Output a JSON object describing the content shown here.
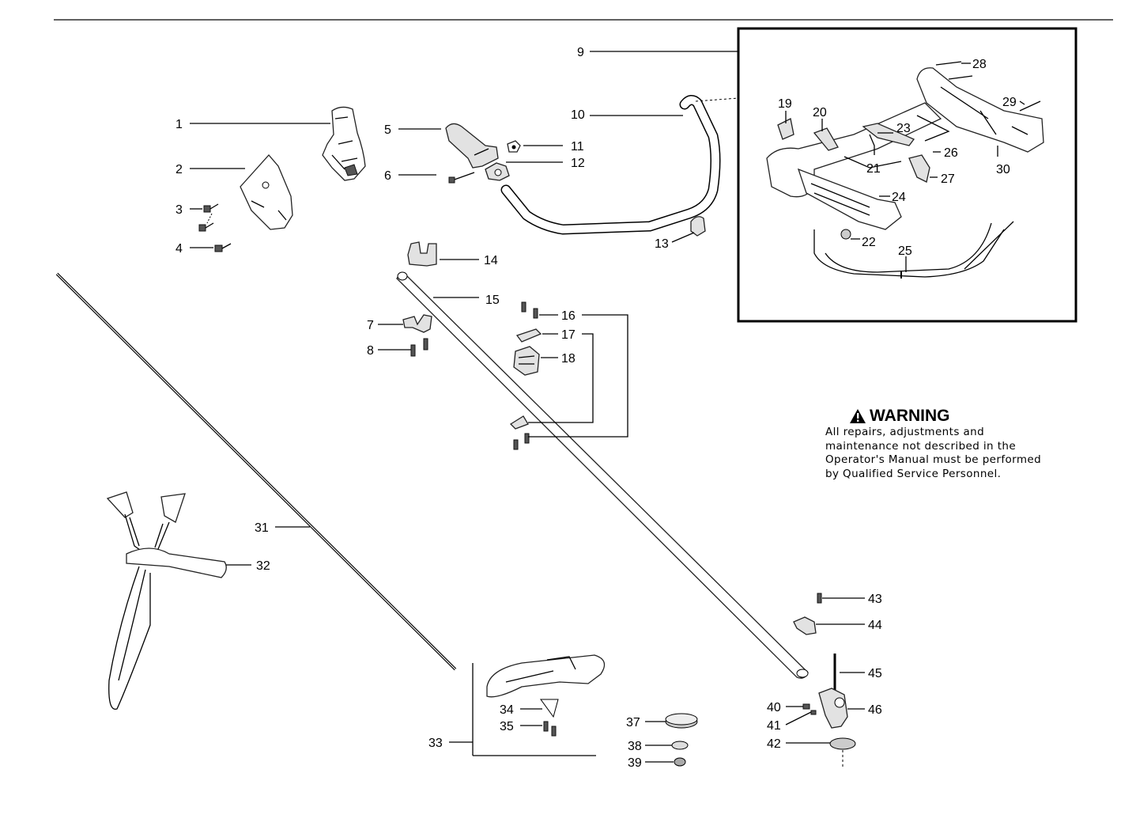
{
  "labels": {
    "p1": "1",
    "p2": "2",
    "p3": "3",
    "p4": "4",
    "p5": "5",
    "p6": "6",
    "p7": "7",
    "p8": "8",
    "p9": "9",
    "p10": "10",
    "p11": "11",
    "p12": "12",
    "p13": "13",
    "p14": "14",
    "p15": "15",
    "p16": "16",
    "p17": "17",
    "p18": "18",
    "p19": "19",
    "p20": "20",
    "p21": "21",
    "p22": "22",
    "p23": "23",
    "p24": "24",
    "p25": "25",
    "p26": "26",
    "p27": "27",
    "p28": "28",
    "p29": "29",
    "p30": "30",
    "p31": "31",
    "p32": "32",
    "p33": "33",
    "p34": "34",
    "p35": "35",
    "p37": "37",
    "p38": "38",
    "p39": "39",
    "p40": "40",
    "p41": "41",
    "p42": "42",
    "p43": "43",
    "p44": "44",
    "p45": "45",
    "p46": "46"
  },
  "warning": {
    "title": "WARNING",
    "text": "All repairs, adjustments and maintenance not described in the Operator's Manual must be performed by Qualified Service Personnel."
  }
}
